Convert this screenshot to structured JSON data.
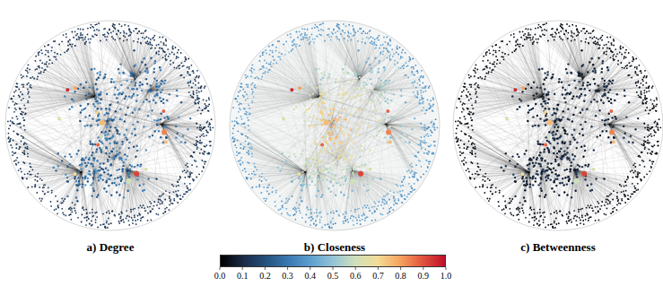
{
  "diagram": {
    "labels": [
      "a) Degree",
      "b) Closeness",
      "c) Betweenness",
      "0.0",
      "0.1",
      "0.2",
      "0.3",
      "0.4",
      "0.5",
      "0.6",
      "0.7",
      "0.8",
      "0.9",
      "1.0"
    ]
  }
}
